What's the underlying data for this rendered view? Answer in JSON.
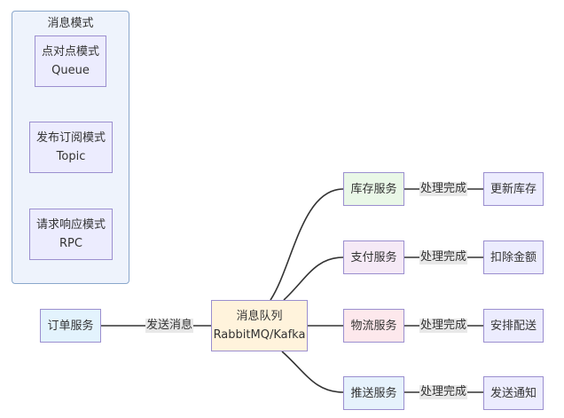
{
  "colors": {
    "cluster_fill": "#eef3fc",
    "cluster_border": "#8aa7cc",
    "node_default_fill": "#ececfe",
    "node_border": "#9b8fcf",
    "order_service_fill": "#e3f3fd",
    "queue_fill": "#fff3dc",
    "inventory_fill": "#e9f7e7",
    "payment_fill": "#f5e9f6",
    "logistics_fill": "#fde8ec",
    "push_fill": "#e6f2fc",
    "edge": "#333333",
    "edge_label_bg": "#e8e8e8"
  },
  "cluster": {
    "title": "消息模式",
    "modes": [
      {
        "name": "点对点模式",
        "sub": "Queue"
      },
      {
        "name": "发布订阅模式",
        "sub": "Topic"
      },
      {
        "name": "请求响应模式",
        "sub": "RPC"
      }
    ]
  },
  "order_service": {
    "label": "订单服务"
  },
  "send_edge_label": "发送消息",
  "message_queue": {
    "line1": "消息队列",
    "line2": "RabbitMQ/Kafka"
  },
  "services": [
    {
      "name": "库存服务",
      "edge_label": "处理完成",
      "result": "更新库存"
    },
    {
      "name": "支付服务",
      "edge_label": "处理完成",
      "result": "扣除金额"
    },
    {
      "name": "物流服务",
      "edge_label": "处理完成",
      "result": "安排配送"
    },
    {
      "name": "推送服务",
      "edge_label": "处理完成",
      "result": "发送通知"
    }
  ]
}
